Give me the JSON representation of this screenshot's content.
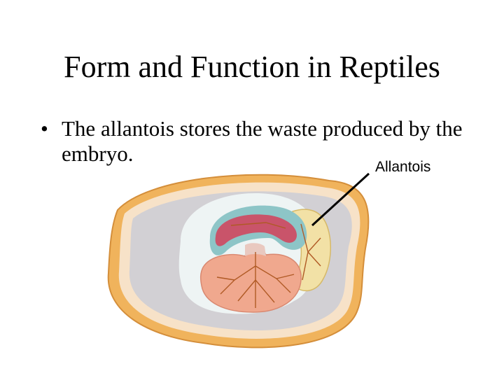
{
  "slide": {
    "title": "Form and Function in Reptiles",
    "bullets": [
      {
        "marker": "•",
        "text": "The allantois stores the waste produced by the embryo."
      }
    ]
  },
  "figure": {
    "subject": "amniotic-egg-cross-section",
    "callout": {
      "label": "Allantois"
    },
    "colors": {
      "shell": "#f0b35c",
      "albumen": "#d2d0d4",
      "amnion": "#eef4f4",
      "embryo_membrane": "#8dc5c7",
      "embryo_body": "#c9546a",
      "yolk_sac": "#f0a88e",
      "allantois": "#f2e1a6",
      "vessels": "#b05a25",
      "callout_line": "#000000"
    }
  }
}
